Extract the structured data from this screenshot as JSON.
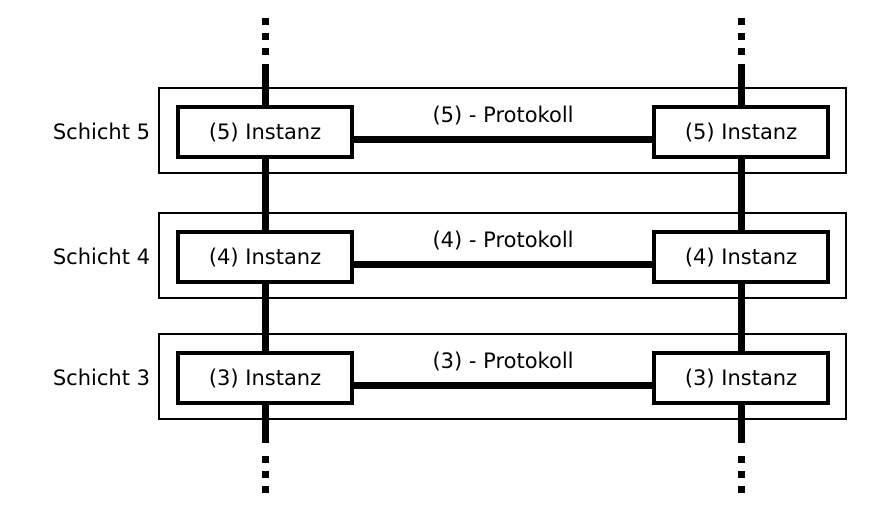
{
  "diagram": {
    "background": "#ffffff",
    "line_color": "#000000",
    "layers": [
      {
        "name": "Schicht 5",
        "left_instance": "(5) Instanz",
        "protocol": "(5) - Protokoll",
        "right_instance": "(5) Instanz"
      },
      {
        "name": "Schicht 4",
        "left_instance": "(4) Instanz",
        "protocol": "(4) - Protokoll",
        "right_instance": "(4) Instanz"
      },
      {
        "name": "Schicht 3",
        "left_instance": "(3) Instanz",
        "protocol": "(3) - Protokoll",
        "right_instance": "(3) Instanz"
      }
    ]
  }
}
